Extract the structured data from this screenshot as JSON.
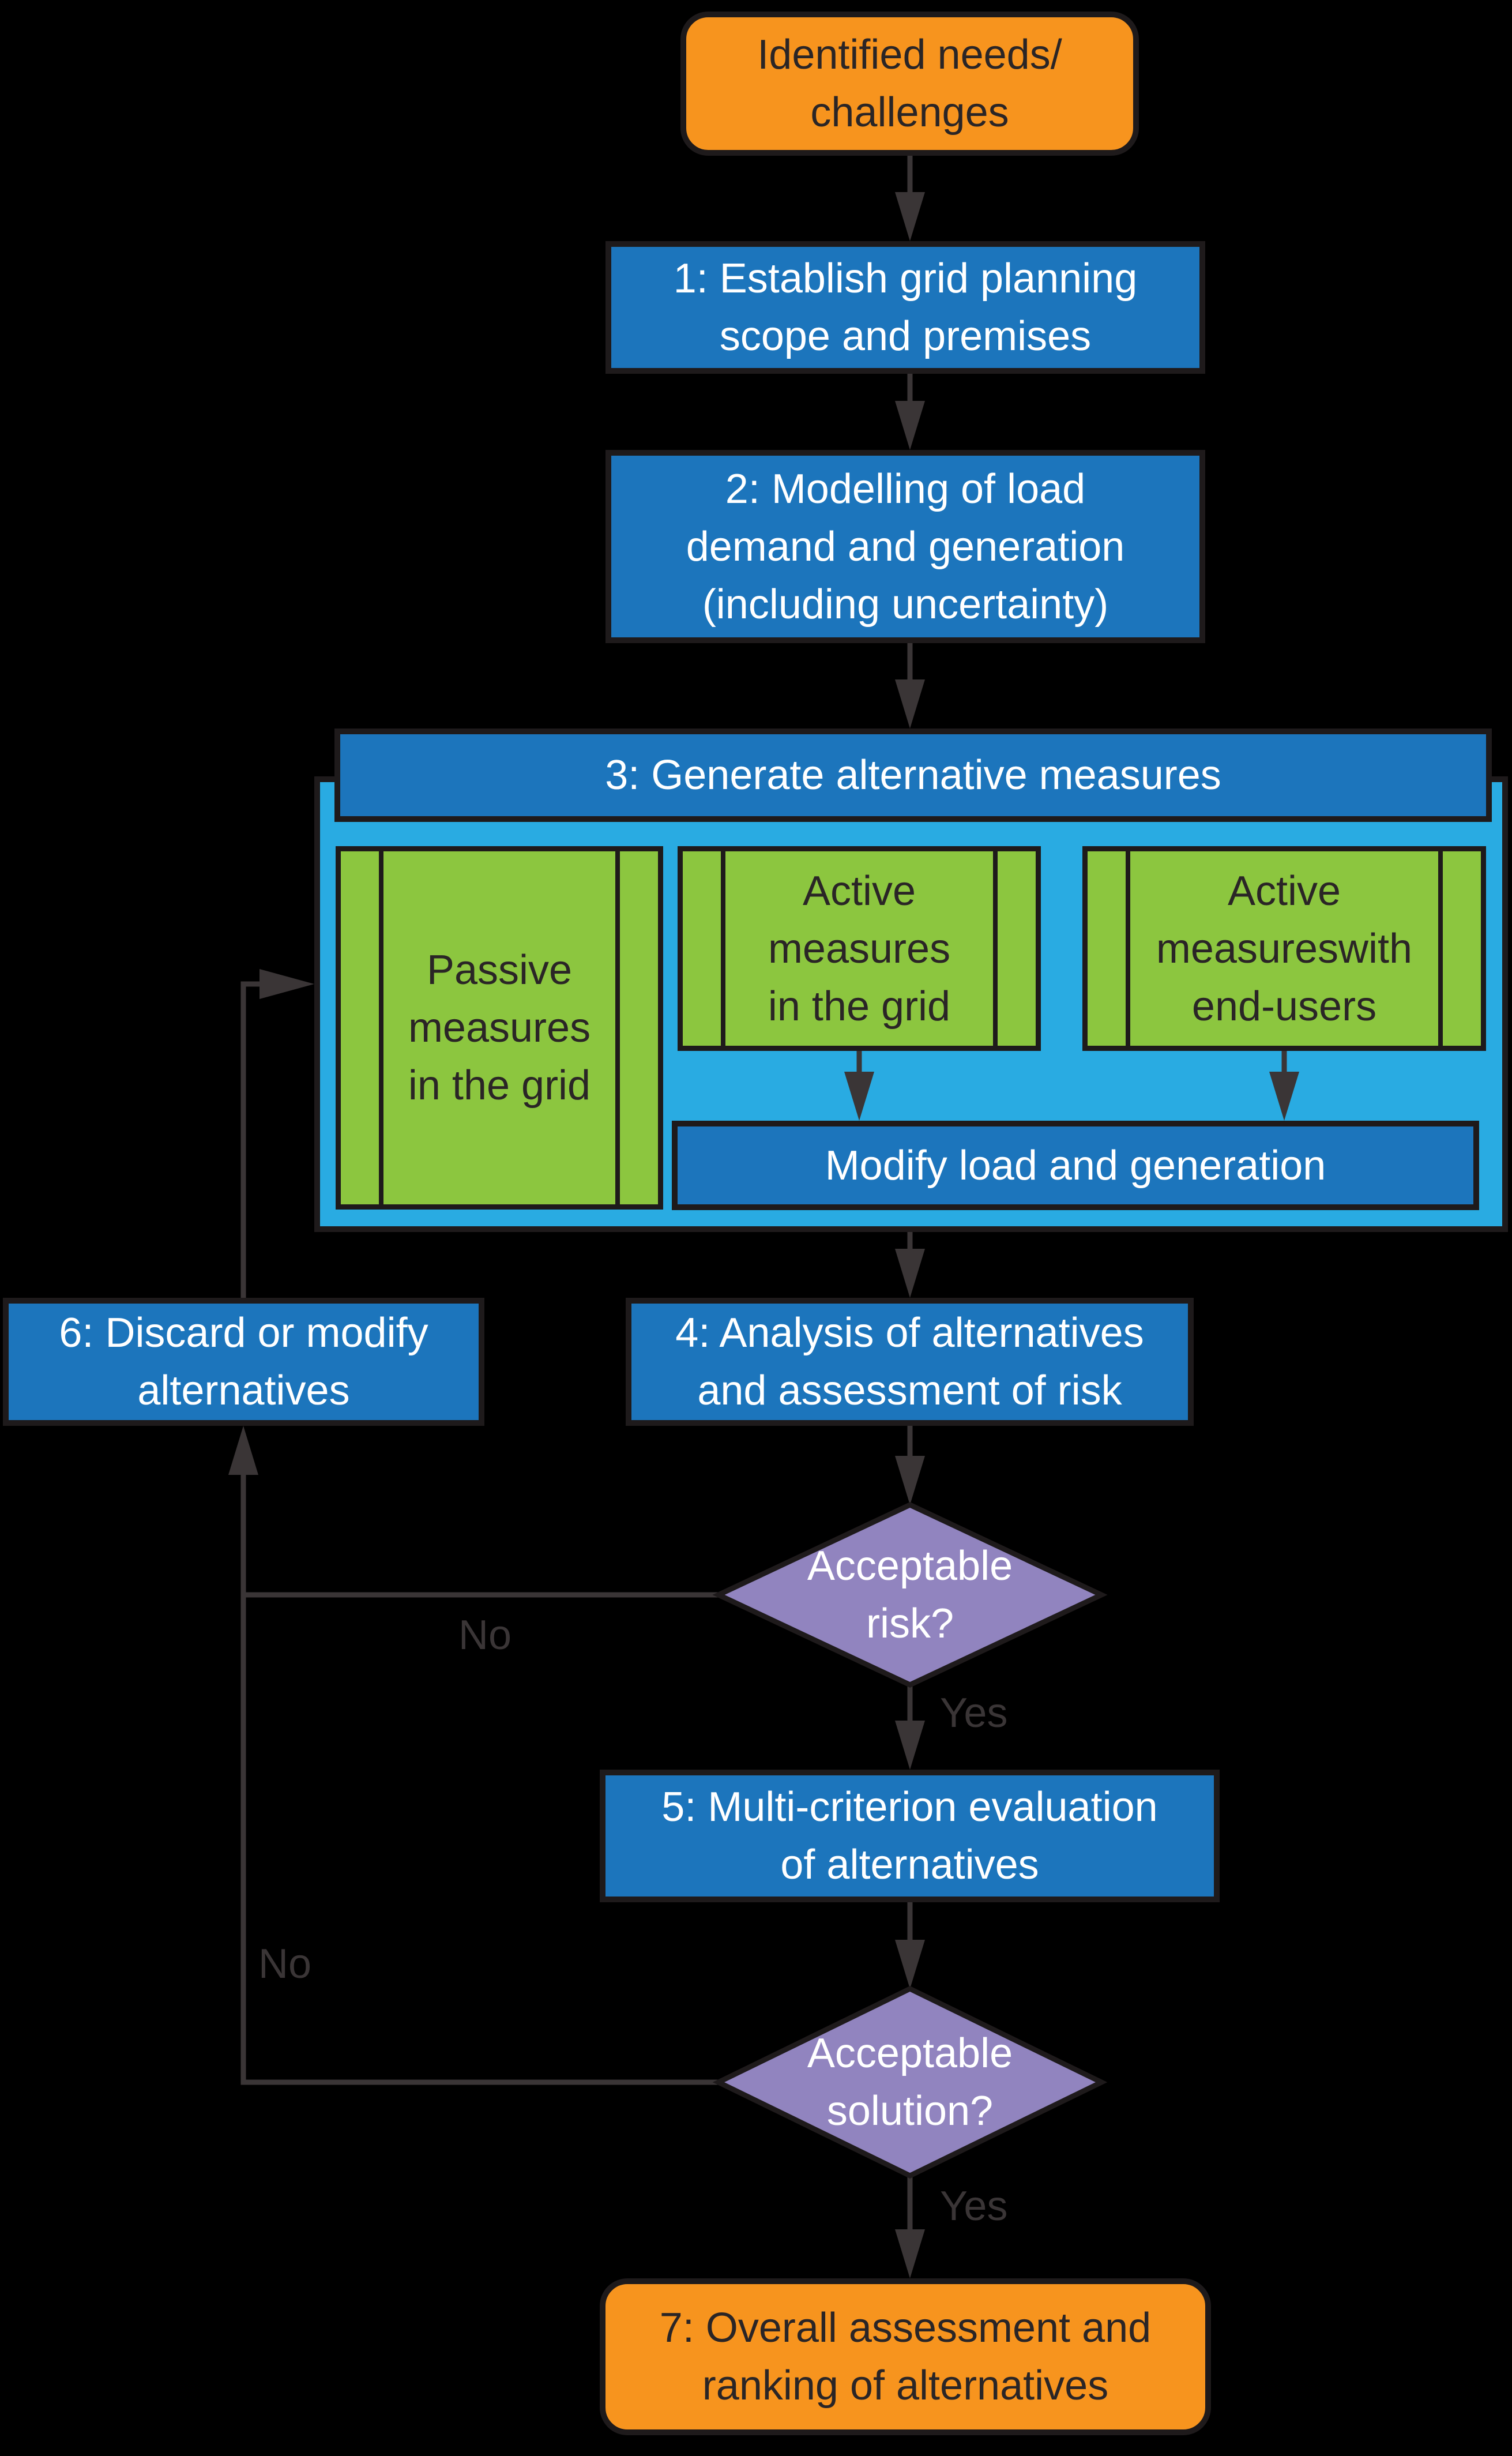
{
  "diagram": {
    "title": "Grid planning process flowchart",
    "background": "#000000",
    "colors": {
      "process_blue": "#1C75BC",
      "container_light_blue": "#29ABE2",
      "measure_green": "#8CC63F",
      "decision_purple": "#9184BF",
      "terminator_orange": "#F7941E",
      "connector_line": "#3A3536",
      "shape_border": "#1E1A1B",
      "text_light": "#FFFFFF",
      "text_dark": "#2A2526"
    },
    "nodes": {
      "start": {
        "type": "terminator",
        "lines": [
          "Identified needs/",
          "challenges"
        ]
      },
      "step1": {
        "type": "process",
        "lines": [
          "1: Establish grid planning",
          "scope and premises"
        ]
      },
      "step2": {
        "type": "process",
        "lines": [
          "2: Modelling of load",
          "demand and generation",
          "(including uncertainty)"
        ]
      },
      "step3": {
        "type": "process",
        "label": "3: Generate alternative measures"
      },
      "passive_measures": {
        "type": "predefined",
        "lines": [
          "Passive",
          "measures",
          "in the grid"
        ]
      },
      "active_measures_grid": {
        "type": "predefined",
        "lines": [
          "Active",
          "measures",
          "in the grid"
        ]
      },
      "active_measures_users": {
        "type": "predefined",
        "lines": [
          "Active",
          "measureswith",
          "end-users"
        ]
      },
      "modify": {
        "type": "process",
        "label": "Modify load and generation"
      },
      "step6": {
        "type": "process",
        "lines": [
          "6: Discard or modify",
          "alternatives"
        ]
      },
      "step4": {
        "type": "process",
        "lines": [
          "4: Analysis of alternatives",
          "and assessment of risk"
        ]
      },
      "risk_decision": {
        "type": "decision",
        "lines": [
          "Acceptable",
          "risk?"
        ]
      },
      "step5": {
        "type": "process",
        "lines": [
          "5: Multi-criterion evaluation",
          "of alternatives"
        ]
      },
      "solution_decision": {
        "type": "decision",
        "lines": [
          "Acceptable",
          "solution?"
        ]
      },
      "step7": {
        "type": "terminator",
        "lines": [
          "7: Overall assessment and",
          "ranking of alternatives"
        ]
      }
    },
    "edge_labels": {
      "risk_yes": "Yes",
      "risk_no": "No",
      "solution_yes": "Yes",
      "solution_no": "No"
    }
  }
}
